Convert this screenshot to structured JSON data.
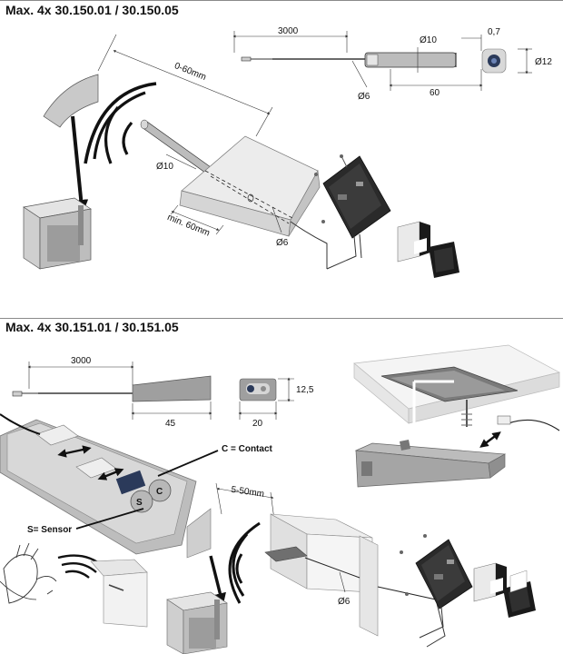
{
  "section1": {
    "title": "Max. 4x  30.150.01 / 30.150.05",
    "dims": {
      "cable_length": "3000",
      "sensor_diameter": "Ø10",
      "lens_offset": "0,7",
      "housing_diameter": "Ø12",
      "hole_diameter": "Ø6",
      "sensor_length": "60",
      "range": "0-60mm",
      "drill_diameter": "Ø10",
      "min_depth": "min. 60mm",
      "cable_hole": "Ø6"
    }
  },
  "section2": {
    "title": "Max. 4x  30.151.01 / 30.151.05",
    "dims": {
      "cable_length": "3000",
      "sensor_length": "45",
      "face_width": "20",
      "height": "12,5",
      "range": "5-50mm",
      "cable_hole": "Ø6"
    },
    "labels": {
      "contact": "C = Contact",
      "sensor": "S= Sensor",
      "c_letter": "C",
      "s_letter": "S"
    }
  },
  "colors": {
    "line": "#111111",
    "rule": "#8a8a8a",
    "panel": "#e8e8e8",
    "panel_dark": "#bdbdbd",
    "driver": "#2a2a2a",
    "sensor_grey": "#9a9a9a"
  },
  "icons": [
    "wave-arrow-icon",
    "hand-icon",
    "double-arrow-icon"
  ]
}
